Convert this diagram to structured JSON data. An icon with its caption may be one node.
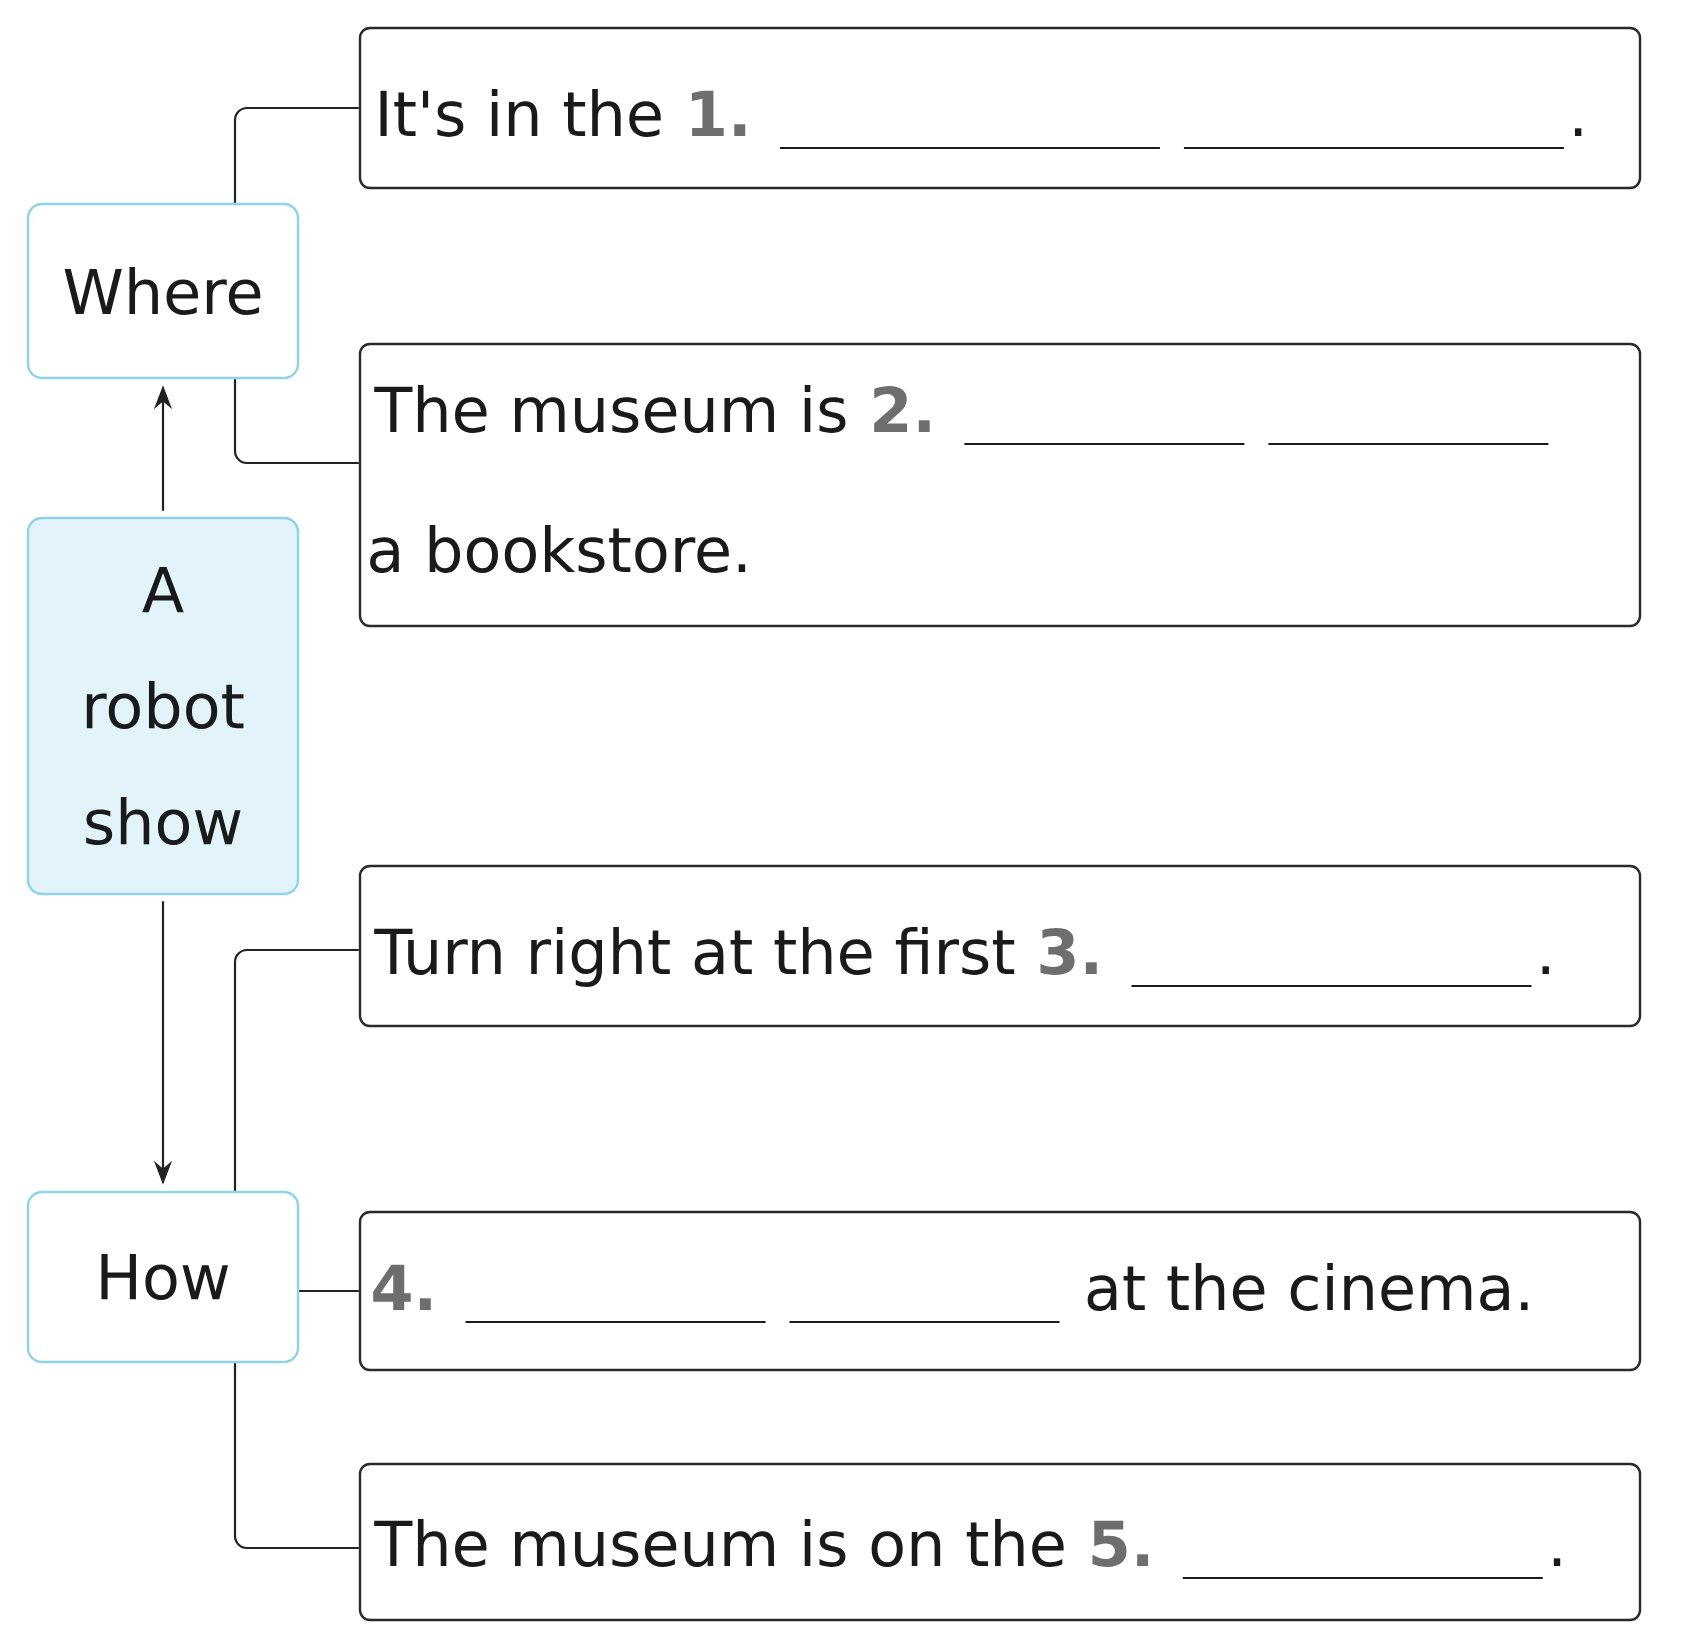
{
  "diagram": {
    "nodes": [
      {
        "text": [
          "A robot show"
        ]
      },
      {
        "text": [
          "Where"
        ]
      },
      {
        "text": [
          "How"
        ]
      },
      {
        "text": [
          "It's in the",
          "1.",
          "."
        ]
      },
      {
        "text": [
          "The museum is",
          "2.",
          "a bookstore."
        ]
      },
      {
        "text": [
          "Turn right at the first",
          "3.",
          "."
        ]
      },
      {
        "text": [
          "4.",
          "at the cinema."
        ]
      },
      {
        "text": [
          "The museum is on the",
          "5.",
          "."
        ]
      }
    ],
    "edges": [
      {
        "from": 0,
        "to": 1,
        "arrow": "to"
      },
      {
        "from": 0,
        "to": 2,
        "arrow": "to"
      },
      {
        "from": 1,
        "to": 3,
        "arrow": "none"
      },
      {
        "from": 1,
        "to": 4,
        "arrow": "none"
      },
      {
        "from": 2,
        "to": 5,
        "arrow": "none"
      },
      {
        "from": 2,
        "to": 6,
        "arrow": "none"
      },
      {
        "from": 2,
        "to": 7,
        "arrow": "none"
      }
    ]
  }
}
